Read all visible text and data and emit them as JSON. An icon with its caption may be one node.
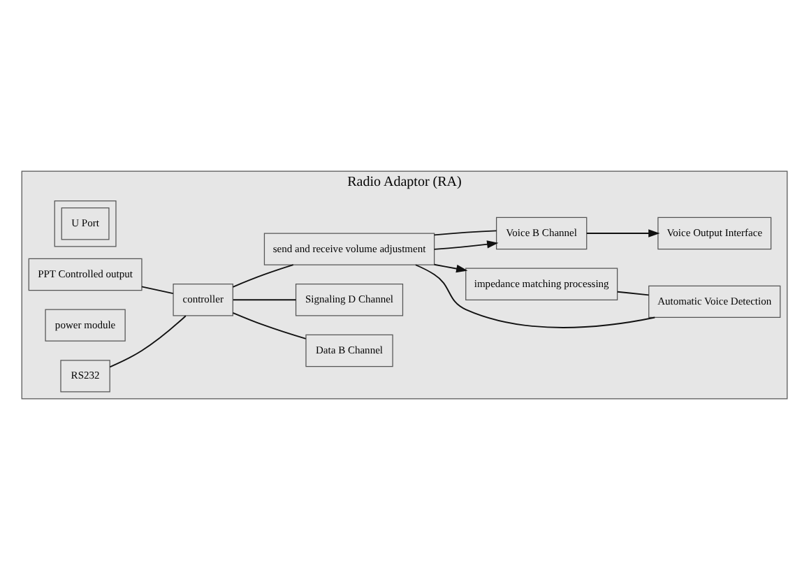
{
  "diagram": {
    "nodes": [
      {
        "text": [
          "Radio Adaptor (RA)"
        ]
      },
      {
        "text": [
          "PPT Controlled output"
        ],
        "in": 0
      },
      {
        "text": [
          "power module"
        ],
        "in": 0
      },
      {
        "text": [],
        "shape": "box",
        "in": 0
      },
      {
        "text": [
          "Data B Channel"
        ],
        "in": 0
      },
      {
        "text": [
          "RS232"
        ],
        "in": 0
      },
      {
        "text": [
          "controller"
        ],
        "in": 0
      },
      {
        "text": [
          "Signaling D Channel"
        ],
        "in": 0
      },
      {
        "text": [
          "U Port"
        ],
        "in": 3
      },
      {
        "text": [
          "Automatic Voice Detection"
        ],
        "in": 0
      },
      {
        "text": [
          "impedance matching processing"
        ],
        "in": 0
      },
      {
        "text": [
          "send and receive volume adjustment"
        ],
        "in": 0
      },
      {
        "text": [
          "Voice B Channel"
        ],
        "in": 0
      },
      {
        "text": [
          "Voice Output Interface"
        ],
        "in": 0
      }
    ],
    "edges": [
      {
        "from": 1,
        "to": 6,
        "arrow": "none"
      },
      {
        "from": 6,
        "to": 4,
        "arrow": "none"
      },
      {
        "from": 5,
        "to": 6,
        "arrow": "none"
      },
      {
        "from": 6,
        "to": 7,
        "arrow": "none"
      },
      {
        "from": 6,
        "to": 11,
        "arrow": "none"
      },
      {
        "from": 10,
        "to": 9,
        "arrow": "none"
      },
      {
        "from": 9,
        "to": 11,
        "arrow": "none"
      },
      {
        "from": 11,
        "to": 12,
        "arrow": "to"
      },
      {
        "from": 12,
        "to": 11,
        "arrow": "none"
      },
      {
        "from": 11,
        "to": 10,
        "arrow": "to"
      },
      {
        "from": 12,
        "to": 13,
        "arrow": "to"
      }
    ]
  }
}
